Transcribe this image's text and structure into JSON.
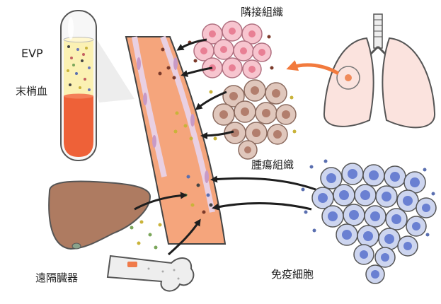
{
  "labels": {
    "evp": "EVP",
    "peripheral_blood": "末梢血",
    "adjacent_tissue": "隣接組織",
    "tumor_tissue": "腫瘍組織",
    "distant_organs": "遠隔臓器",
    "immune_cells": "免疫細胞"
  },
  "colors": {
    "vessel": "#f5a57c",
    "vessel_wall": "#e9d0e2",
    "blood_red": "#ee6138",
    "plasma_yellow": "#fbf1b3",
    "adjacent_cell": "#f7c5cf",
    "adjacent_nucleus": "#e87f94",
    "tumor_cell": "#e0c7bc",
    "tumor_nucleus": "#b27e6d",
    "immune_cell": "#cdd5ef",
    "immune_nucleus": "#6a80d2",
    "lung": "#fbe3de",
    "liver": "#ae7b61",
    "highlight_arrow": "#f27a3d",
    "arrow": "#1e1e1e"
  }
}
